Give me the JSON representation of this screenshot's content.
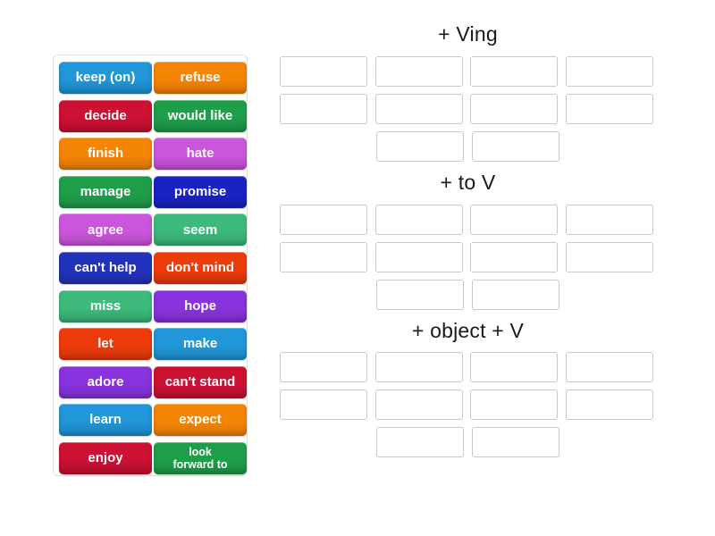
{
  "tray": {
    "name": "word-tile-tray",
    "tiles": [
      {
        "label": "keep (on)",
        "color": "#2196d8"
      },
      {
        "label": "refuse",
        "color": "#f58505"
      },
      {
        "label": "decide",
        "color": "#cc1133"
      },
      {
        "label": "would like",
        "color": "#1f9e4a"
      },
      {
        "label": "finish",
        "color": "#f58505"
      },
      {
        "label": "hate",
        "color": "#cc55dd"
      },
      {
        "label": "manage",
        "color": "#1f9e4a"
      },
      {
        "label": "promise",
        "color": "#1823c4"
      },
      {
        "label": "agree",
        "color": "#cc55dd"
      },
      {
        "label": "seem",
        "color": "#3cba7c"
      },
      {
        "label": "can't help",
        "color": "#2233bb"
      },
      {
        "label": "don't mind",
        "color": "#ee3b0c"
      },
      {
        "label": "miss",
        "color": "#3cba7c"
      },
      {
        "label": "hope",
        "color": "#8833dd"
      },
      {
        "label": "let",
        "color": "#ee3b0c"
      },
      {
        "label": "make",
        "color": "#2196d8"
      },
      {
        "label": "adore",
        "color": "#8833dd"
      },
      {
        "label": "can't stand",
        "color": "#cc1133"
      },
      {
        "label": "learn",
        "color": "#2196d8"
      },
      {
        "label": "expect",
        "color": "#f58505"
      },
      {
        "label": "enjoy",
        "color": "#cc1133"
      },
      {
        "label": "look\nforward to",
        "color": "#1f9e4a",
        "two_line": true
      }
    ]
  },
  "zones": [
    {
      "title": "+ Ving",
      "rows": [
        {
          "slots": 4,
          "centered": false
        },
        {
          "slots": 4,
          "centered": false
        },
        {
          "slots": 2,
          "centered": true
        }
      ]
    },
    {
      "title": "+ to V",
      "rows": [
        {
          "slots": 4,
          "centered": false
        },
        {
          "slots": 4,
          "centered": false
        },
        {
          "slots": 2,
          "centered": true
        }
      ]
    },
    {
      "title": "+ object + V",
      "rows": [
        {
          "slots": 4,
          "centered": false
        },
        {
          "slots": 4,
          "centered": false
        },
        {
          "slots": 2,
          "centered": true
        }
      ]
    }
  ],
  "theme": {
    "page_background": "#ffffff",
    "tray_border": "#e0e0e0",
    "slot_border": "#c9c9c9",
    "title_color": "#1a1a1a"
  }
}
